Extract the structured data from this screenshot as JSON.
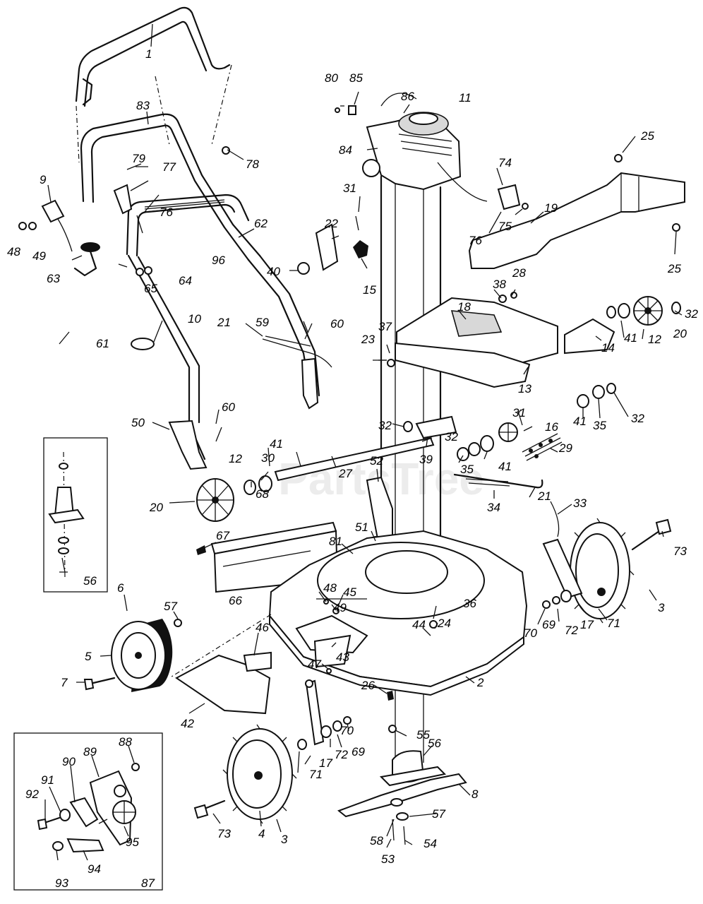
{
  "watermark": "PartsTree",
  "labels": [
    {
      "id": "1",
      "text": "1"
    },
    {
      "id": "83",
      "text": "83"
    },
    {
      "id": "78",
      "text": "78"
    },
    {
      "id": "79",
      "text": "79"
    },
    {
      "id": "77",
      "text": "77"
    },
    {
      "id": "76a",
      "text": "76"
    },
    {
      "id": "62",
      "text": "62"
    },
    {
      "id": "96",
      "text": "96"
    },
    {
      "id": "9",
      "text": "9"
    },
    {
      "id": "48a",
      "text": "48"
    },
    {
      "id": "49a",
      "text": "49"
    },
    {
      "id": "63",
      "text": "63"
    },
    {
      "id": "65",
      "text": "65"
    },
    {
      "id": "64",
      "text": "64"
    },
    {
      "id": "10",
      "text": "10"
    },
    {
      "id": "21a",
      "text": "21"
    },
    {
      "id": "59",
      "text": "59"
    },
    {
      "id": "60a",
      "text": "60"
    },
    {
      "id": "61",
      "text": "61"
    },
    {
      "id": "60b",
      "text": "60"
    },
    {
      "id": "50",
      "text": "50"
    },
    {
      "id": "41a",
      "text": "41"
    },
    {
      "id": "30",
      "text": "30"
    },
    {
      "id": "12a",
      "text": "12"
    },
    {
      "id": "27",
      "text": "27"
    },
    {
      "id": "20a",
      "text": "20"
    },
    {
      "id": "68",
      "text": "68"
    },
    {
      "id": "67",
      "text": "67"
    },
    {
      "id": "66",
      "text": "66"
    },
    {
      "id": "81",
      "text": "81"
    },
    {
      "id": "51",
      "text": "51"
    },
    {
      "id": "52",
      "text": "52"
    },
    {
      "id": "56a",
      "text": "56"
    },
    {
      "id": "80",
      "text": "80"
    },
    {
      "id": "85",
      "text": "85"
    },
    {
      "id": "86",
      "text": "86"
    },
    {
      "id": "11",
      "text": "11"
    },
    {
      "id": "84",
      "text": "84"
    },
    {
      "id": "31a",
      "text": "31"
    },
    {
      "id": "22",
      "text": "22"
    },
    {
      "id": "40",
      "text": "40"
    },
    {
      "id": "15",
      "text": "15"
    },
    {
      "id": "74",
      "text": "74"
    },
    {
      "id": "76b",
      "text": "76"
    },
    {
      "id": "75",
      "text": "75"
    },
    {
      "id": "19",
      "text": "19"
    },
    {
      "id": "25a",
      "text": "25"
    },
    {
      "id": "25b",
      "text": "25"
    },
    {
      "id": "18",
      "text": "18"
    },
    {
      "id": "38",
      "text": "38"
    },
    {
      "id": "28",
      "text": "28"
    },
    {
      "id": "32a",
      "text": "32"
    },
    {
      "id": "20b",
      "text": "20"
    },
    {
      "id": "12b",
      "text": "12"
    },
    {
      "id": "41b",
      "text": "41"
    },
    {
      "id": "14",
      "text": "14"
    },
    {
      "id": "23",
      "text": "23"
    },
    {
      "id": "37",
      "text": "37"
    },
    {
      "id": "13",
      "text": "13"
    },
    {
      "id": "41c",
      "text": "41"
    },
    {
      "id": "35a",
      "text": "35"
    },
    {
      "id": "32b",
      "text": "32"
    },
    {
      "id": "32c",
      "text": "32"
    },
    {
      "id": "31b",
      "text": "31"
    },
    {
      "id": "16",
      "text": "16"
    },
    {
      "id": "39",
      "text": "39"
    },
    {
      "id": "32d",
      "text": "32"
    },
    {
      "id": "35b",
      "text": "35"
    },
    {
      "id": "41d",
      "text": "41"
    },
    {
      "id": "29",
      "text": "29"
    },
    {
      "id": "34",
      "text": "34"
    },
    {
      "id": "21b",
      "text": "21"
    },
    {
      "id": "33",
      "text": "33"
    },
    {
      "id": "73a",
      "text": "73"
    },
    {
      "id": "3a",
      "text": "3"
    },
    {
      "id": "71a",
      "text": "71"
    },
    {
      "id": "17a",
      "text": "17"
    },
    {
      "id": "72a",
      "text": "72"
    },
    {
      "id": "69a",
      "text": "69"
    },
    {
      "id": "70a",
      "text": "70"
    },
    {
      "id": "48b",
      "text": "48"
    },
    {
      "id": "49b",
      "text": "49"
    },
    {
      "id": "45",
      "text": "45"
    },
    {
      "id": "36",
      "text": "36"
    },
    {
      "id": "44",
      "text": "44"
    },
    {
      "id": "24",
      "text": "24"
    },
    {
      "id": "6",
      "text": "6"
    },
    {
      "id": "57a",
      "text": "57"
    },
    {
      "id": "5",
      "text": "5"
    },
    {
      "id": "7",
      "text": "7"
    },
    {
      "id": "46",
      "text": "46"
    },
    {
      "id": "43",
      "text": "43"
    },
    {
      "id": "2",
      "text": "2"
    },
    {
      "id": "47",
      "text": "47"
    },
    {
      "id": "26",
      "text": "26"
    },
    {
      "id": "42",
      "text": "42"
    },
    {
      "id": "70b",
      "text": "70"
    },
    {
      "id": "55",
      "text": "55"
    },
    {
      "id": "69b",
      "text": "69"
    },
    {
      "id": "72b",
      "text": "72"
    },
    {
      "id": "17b",
      "text": "17"
    },
    {
      "id": "71b",
      "text": "71"
    },
    {
      "id": "56b",
      "text": "56"
    },
    {
      "id": "8",
      "text": "8"
    },
    {
      "id": "57b",
      "text": "57"
    },
    {
      "id": "58",
      "text": "58"
    },
    {
      "id": "53",
      "text": "53"
    },
    {
      "id": "54",
      "text": "54"
    },
    {
      "id": "73b",
      "text": "73"
    },
    {
      "id": "4",
      "text": "4"
    },
    {
      "id": "3b",
      "text": "3"
    },
    {
      "id": "88",
      "text": "88"
    },
    {
      "id": "89",
      "text": "89"
    },
    {
      "id": "90",
      "text": "90"
    },
    {
      "id": "91",
      "text": "91"
    },
    {
      "id": "92",
      "text": "92"
    },
    {
      "id": "95",
      "text": "95"
    },
    {
      "id": "94",
      "text": "94"
    },
    {
      "id": "93",
      "text": "93"
    },
    {
      "id": "87",
      "text": "87"
    }
  ]
}
